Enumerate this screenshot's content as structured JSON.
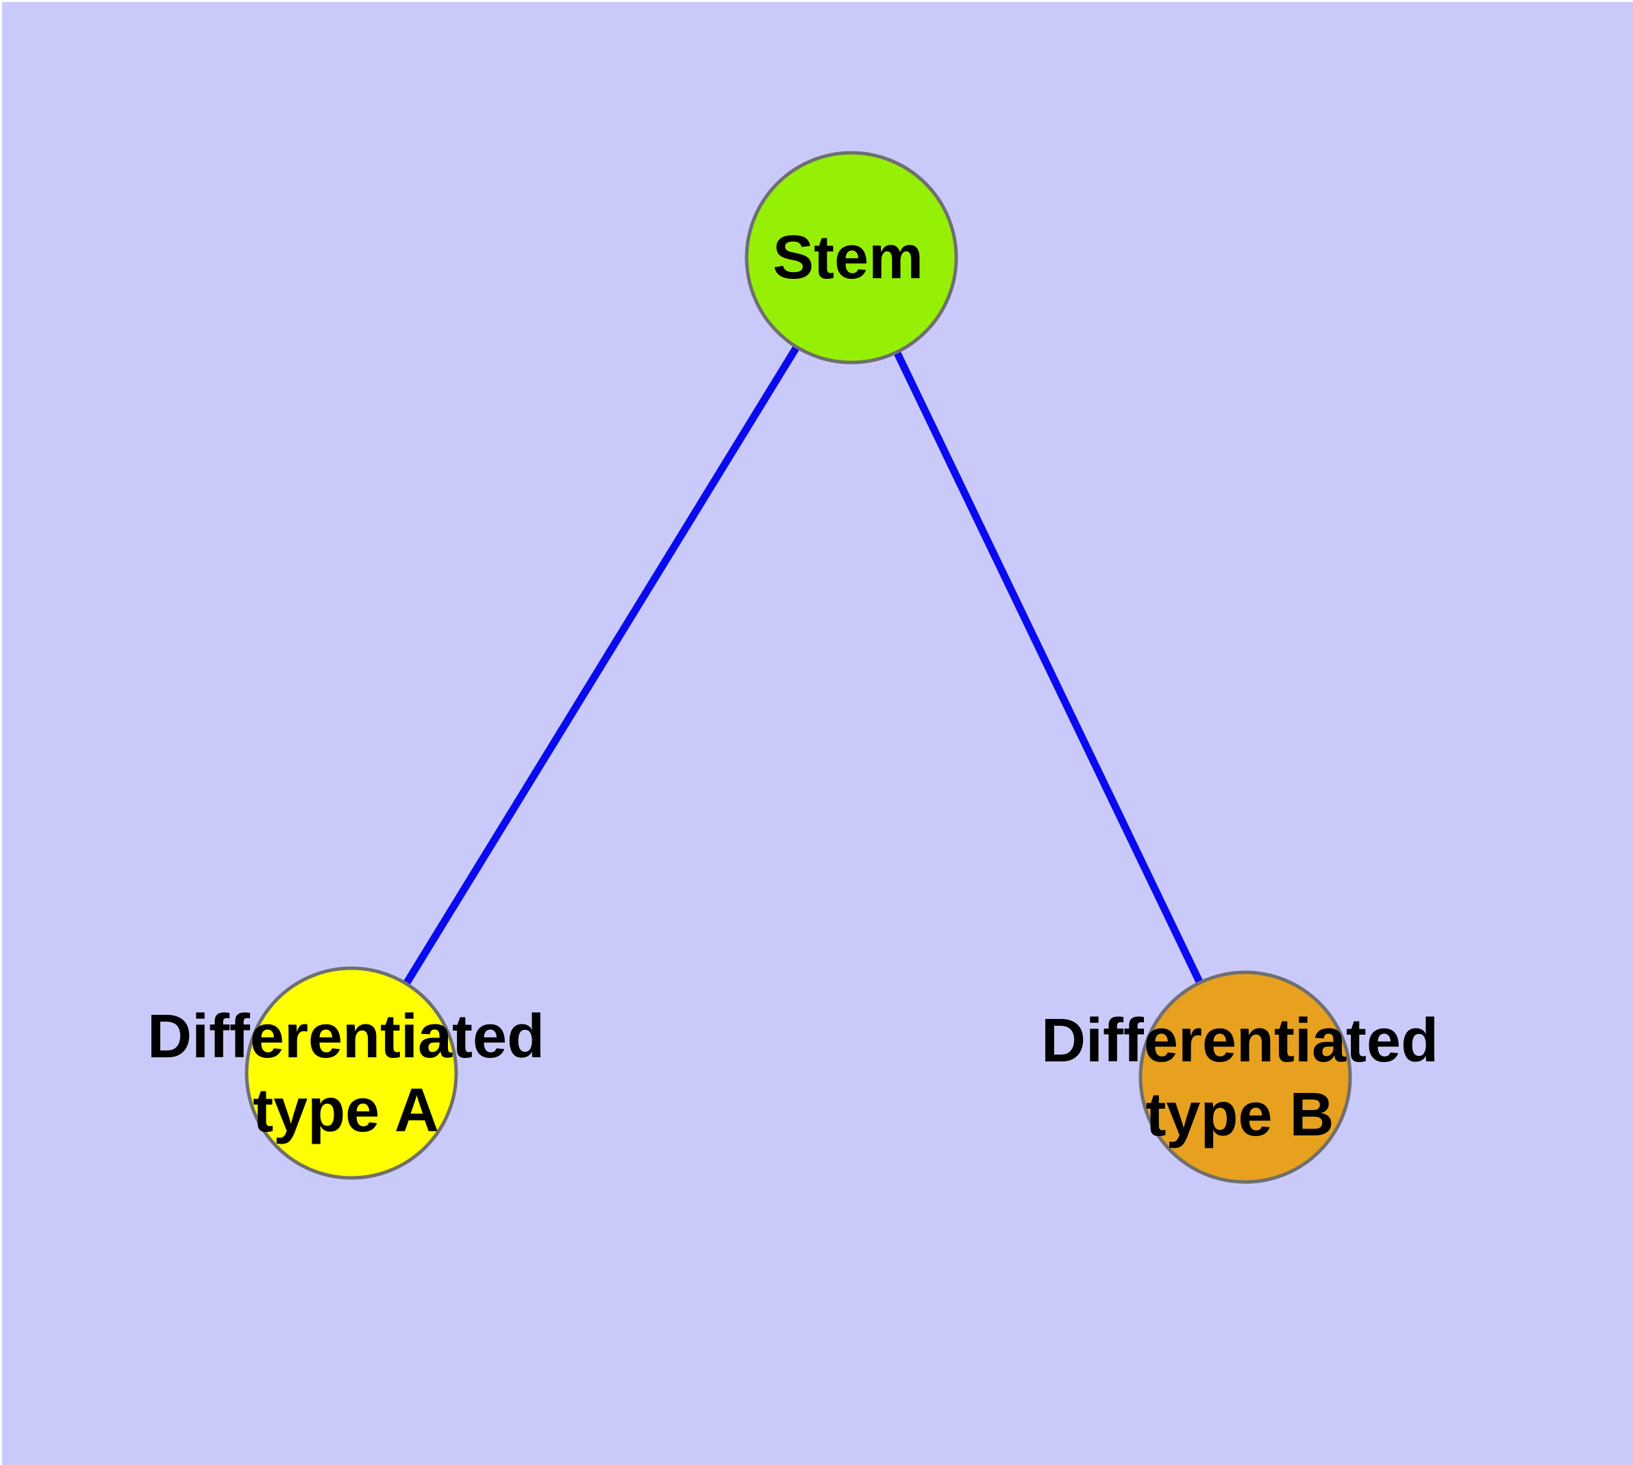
{
  "figure": {
    "type": "graph-diagram",
    "background_color": "#CACAFA",
    "margin_color": "#FFFFFF",
    "edge_color": "#0A0AF0",
    "node_border_color": "#6F6F6F",
    "text_color": "#000000"
  },
  "nodes": [
    {
      "id": "stem",
      "label": "Stem",
      "color": "#96F005"
    },
    {
      "id": "diff-a",
      "label": "Differentiated\ntype A",
      "color": "#FFFF00"
    },
    {
      "id": "diff-b",
      "label": "Differentiated\ntype B",
      "color": "#E8A11E"
    }
  ],
  "edges": [
    {
      "from": "stem",
      "to": "diff-a"
    },
    {
      "from": "stem",
      "to": "diff-b"
    }
  ]
}
